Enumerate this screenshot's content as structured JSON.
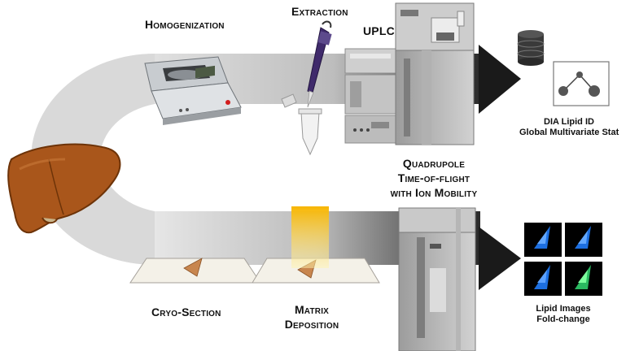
{
  "labels": {
    "homogenization": "Homogenization",
    "extraction": "Extraction",
    "uplc": "UPLC",
    "quadrupole_line1": "Quadrupole",
    "quadrupole_line2": "Time-of-flight",
    "quadrupole_line3": "with Ion Mobility",
    "cryo_section": "Cryo-Section",
    "matrix_line1": "Matrix",
    "matrix_line2": "Deposition",
    "dia_line1": "DIA Lipid ID",
    "dia_line2": "Global Multivariate Stat",
    "lipid_line1": "Lipid Images",
    "lipid_line2": "Fold-change"
  },
  "icons": {
    "liver": "liver-icon",
    "balance": "homogenizer-instrument-icon",
    "pipette": "pipette-icon",
    "tube": "centrifuge-tube-icon",
    "uplc": "uplc-instrument-icon",
    "ms_top": "mass-spectrometer-icon",
    "ms_bottom": "mass-spectrometer-icon",
    "database": "database-icon",
    "network": "network-graph-icon",
    "slide": "glass-slide-icon",
    "beam": "matrix-spray-beam-icon",
    "images": "lipid-image-tile-icon"
  },
  "colors": {
    "liver": "#a9561b",
    "liver_dark": "#6d3308",
    "beam": "#f7b500",
    "image_blue": "#1d6fe0",
    "image_green": "#3be07a",
    "arrow": "#1a1a1a"
  }
}
